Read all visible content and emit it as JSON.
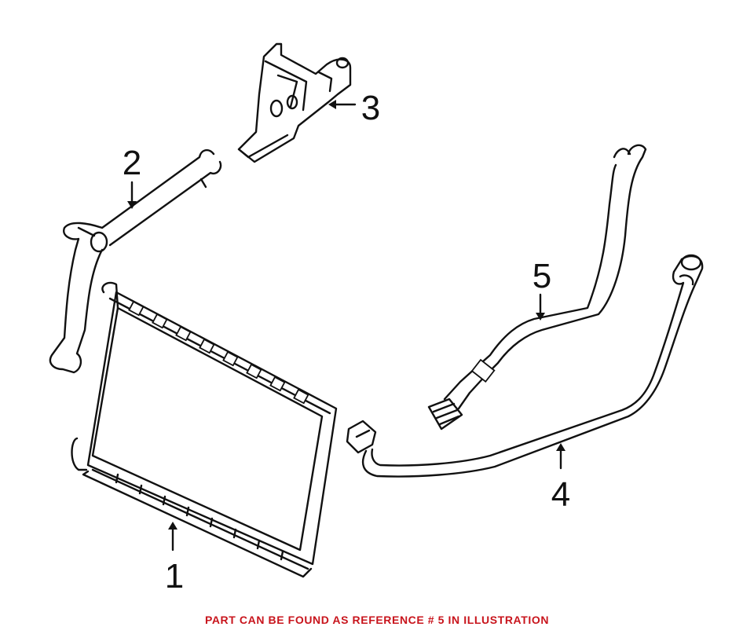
{
  "callouts": {
    "part1": "1",
    "part2": "2",
    "part3": "3",
    "part4": "4",
    "part5": "5"
  },
  "caption": "PART CAN BE FOUND AS REFERENCE # 5 IN ILLUSTRATION",
  "colors": {
    "caption": "#c8141c",
    "line": "#111111",
    "background": "#ffffff"
  }
}
